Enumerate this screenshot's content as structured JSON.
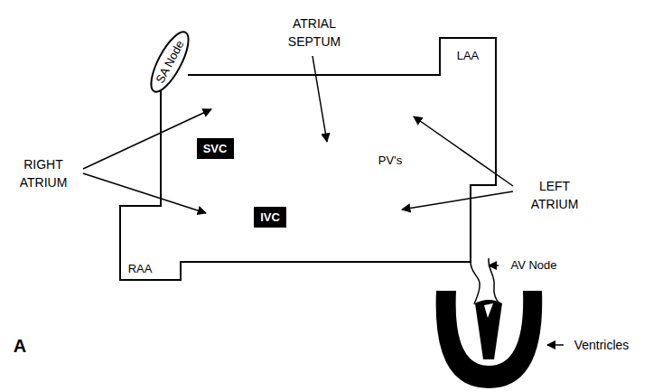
{
  "diagram": {
    "nodes": [
      {
        "text": [
          "SA Node"
        ]
      },
      {
        "text": [
          "SVC"
        ]
      },
      {
        "text": [
          "IVC"
        ]
      }
    ],
    "labels": [
      "ATRIAL SEPTUM",
      "LAA",
      "RIGHT ATRIUM",
      "PV's",
      "LEFT ATRIUM",
      "RAA",
      "AV Node",
      "Ventricles",
      "A"
    ]
  }
}
